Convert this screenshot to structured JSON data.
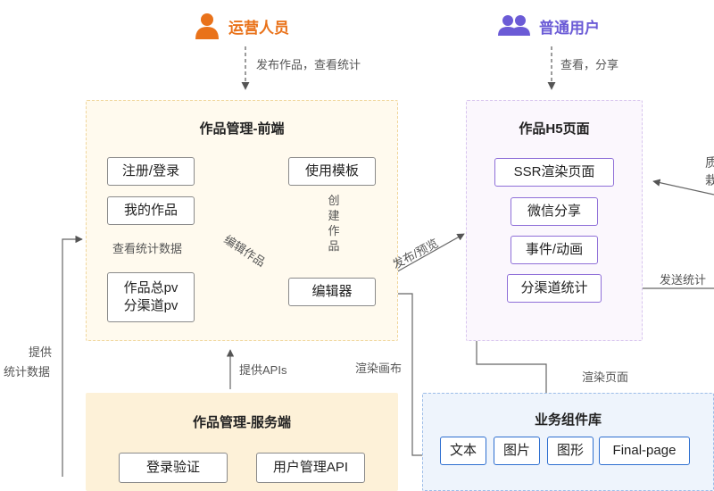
{
  "actors": {
    "operator": "运营人员",
    "user": "普通用户"
  },
  "panels": {
    "frontend": "作品管理-前端",
    "h5": "作品H5页面",
    "server": "作品管理-服务端",
    "lib": "业务组件库"
  },
  "frontend_boxes": {
    "register": "注册/登录",
    "my_works": "我的作品",
    "stats_line1": "作品总pv",
    "stats_line2": "分渠道pv",
    "template": "使用模板",
    "editor": "编辑器"
  },
  "h5_boxes": {
    "ssr": "SSR渲染页面",
    "wechat": "微信分享",
    "events": "事件/动画",
    "channel_stats": "分渠道统计"
  },
  "server_boxes": {
    "login": "登录验证",
    "user_api": "用户管理API"
  },
  "lib_boxes": {
    "text": "文本",
    "image": "图片",
    "shape": "图形",
    "final": "Final-page"
  },
  "edge_labels": {
    "publish_stats": "发布作品，查看统计",
    "view_share": "查看，分享",
    "view_stats_data": "查看统计数据",
    "edit_work": "编辑作品",
    "create_work": [
      "创",
      "建",
      "作",
      "品"
    ],
    "publish_preview": "发布/预览",
    "send_stats": "发送统计",
    "provide_apis": "提供APIs",
    "render_canvas": "渲染画布",
    "render_page": "渲染页面",
    "provide": "提供",
    "stats_data": "统计数据",
    "cut_1": "质",
    "cut_2": "栽"
  },
  "colors": {
    "operator": "#e9721a",
    "user": "#6b5bd6",
    "frontend_bg": "#fffaee",
    "h5_bg": "#fbf7fd",
    "server_bg": "#fdf1d8",
    "lib_bg": "#eef4fc",
    "lib_border": "#2e6fd0",
    "h5_border": "#8f6fd8"
  },
  "icons": {
    "operator": "person-icon",
    "user": "group-icon"
  }
}
